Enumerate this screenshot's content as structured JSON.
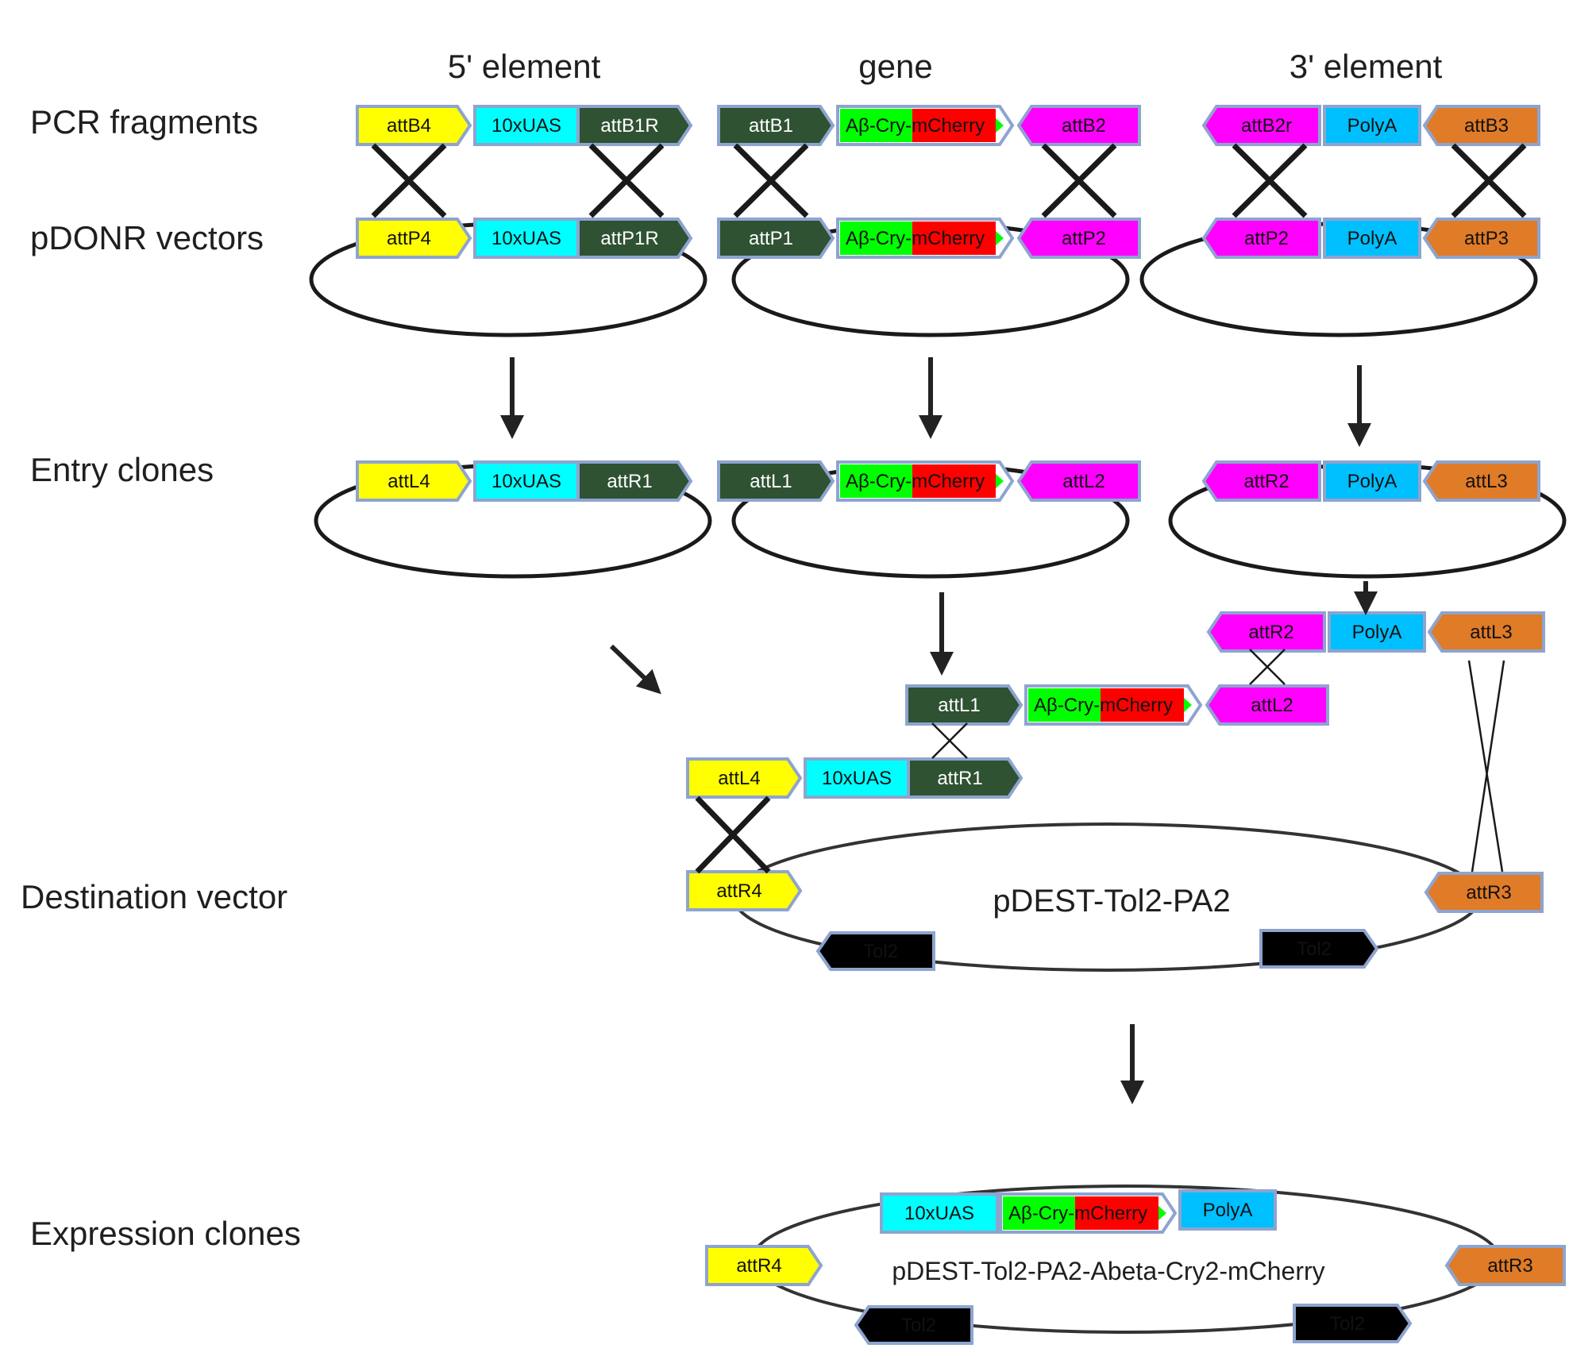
{
  "columns": {
    "five_prime": "5' element",
    "gene": "gene",
    "three_prime": "3' element"
  },
  "rows": {
    "pcr": "PCR fragments",
    "pdonr": "pDONR vectors",
    "entry": "Entry clones",
    "destination": "Destination vector",
    "expression": "Expression clones"
  },
  "elements": {
    "pcr_5": [
      "attB4",
      "10xUAS",
      "attB1R"
    ],
    "pcr_gene": [
      "attB1",
      "Aβ-Cry-mCherry",
      "attB2"
    ],
    "pcr_3": [
      "attB2r",
      "PolyA",
      "attB3"
    ],
    "pdonr_5": [
      "attP4",
      "10xUAS",
      "attP1R"
    ],
    "pdonr_gene": [
      "attP1",
      "Aβ-Cry-mCherry",
      "attP2"
    ],
    "pdonr_3": [
      "attP2",
      "PolyA",
      "attP3"
    ],
    "entry_5": [
      "attL4",
      "10xUAS",
      "attR1"
    ],
    "entry_gene": [
      "attL1",
      "Aβ-Cry-mCherry",
      "attL2"
    ],
    "entry_3": [
      "attR2",
      "PolyA",
      "attL3"
    ],
    "recomb_3": [
      "attR2",
      "PolyA",
      "attL3"
    ],
    "recomb_gene": [
      "attL1",
      "Aβ-Cry-mCherry",
      "attL2"
    ],
    "recomb_5": [
      "attL4",
      "10xUAS",
      "attR1"
    ],
    "dest_sites": [
      "attR4",
      "attR3"
    ],
    "dest_tol2": [
      "Tol2",
      "Tol2"
    ],
    "expr_insert": [
      "10xUAS",
      "Aβ-Cry-mCherry",
      "PolyA"
    ],
    "expr_sites": [
      "attR4",
      "attR3"
    ],
    "expr_tol2": [
      "Tol2",
      "Tol2"
    ]
  },
  "vectors": {
    "destination_name": "pDEST-Tol2-PA2",
    "expression_name": "pDEST-Tol2-PA2-Abeta-Cry2-mCherry"
  },
  "colors": {
    "yellow": "#ffff00",
    "cyan": "#00ffff",
    "dark_green": "#2f5233",
    "green": "#00ff00",
    "red": "#ff0000",
    "magenta": "#ff00ff",
    "blue": "#00bfff",
    "orange": "#e07b28",
    "outline": "#8ea4cf",
    "line": "#222222"
  }
}
